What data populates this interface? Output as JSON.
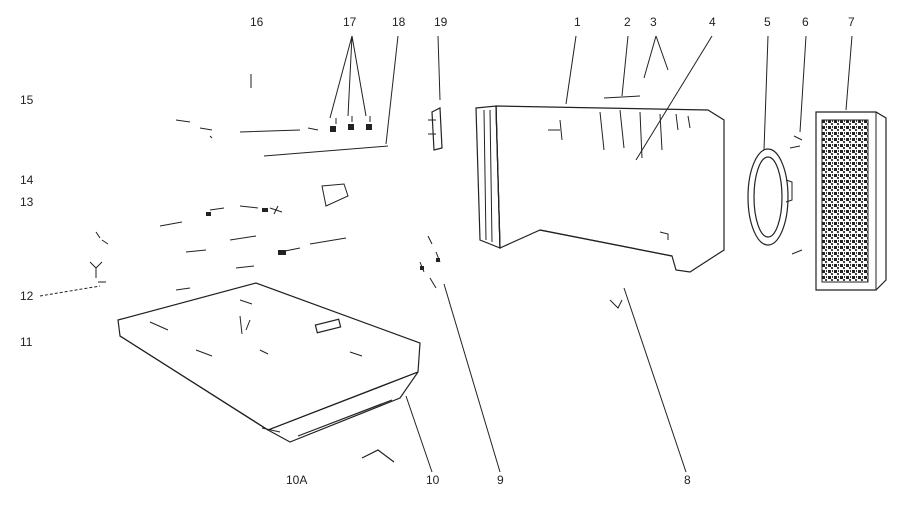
{
  "callouts": {
    "c1": "1",
    "c2": "2",
    "c3": "3",
    "c4": "4",
    "c5": "5",
    "c6": "6",
    "c7": "7",
    "c8": "8",
    "c9": "9",
    "c10": "10",
    "c10a": "10A",
    "c11": "11",
    "c12": "12",
    "c13": "13",
    "c14": "14",
    "c15": "15",
    "c16": "16",
    "c17": "17",
    "c18": "18",
    "c19": "19"
  }
}
